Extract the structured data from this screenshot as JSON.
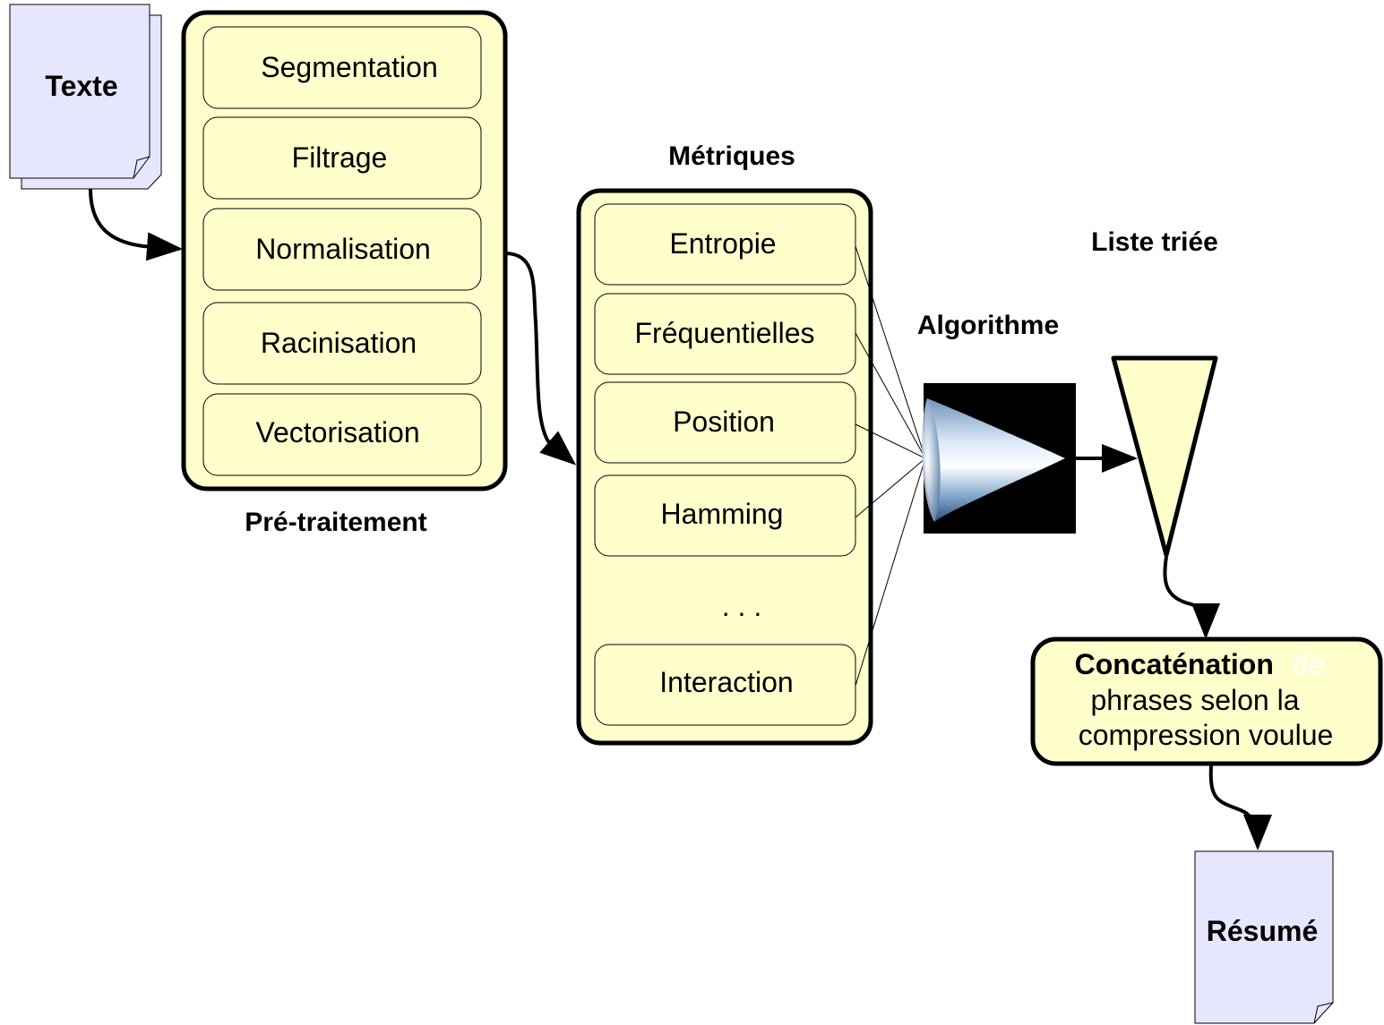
{
  "colors": {
    "panel_fill": "#ffffcc",
    "document_fill": "#e6e6ff",
    "stroke": "#000000",
    "algorithm_background": "#000000"
  },
  "input_document": {
    "label": "Texte",
    "icon": "document-stack-icon"
  },
  "preprocessing": {
    "title": "Pré-traitement",
    "steps": [
      "Segmentation",
      "Filtrage",
      "Normalisation",
      "Racinisation",
      "Vectorisation"
    ]
  },
  "metrics": {
    "title": "Métriques",
    "items": [
      "Entropie",
      "Fréquentielles",
      "Position",
      "Hamming",
      "Interaction"
    ],
    "ellipsis": ". . ."
  },
  "algorithm": {
    "title": "Algorithme",
    "icon": "cone-3d-icon"
  },
  "sorted_list": {
    "title": "Liste triée",
    "icon": "funnel-triangle-icon"
  },
  "concatenation": {
    "bold_part": "Concaténation",
    "hidden_part": "de",
    "line2": "phrases selon la",
    "line3": "compression voulue"
  },
  "output_document": {
    "label": "Résumé",
    "icon": "document-icon"
  }
}
